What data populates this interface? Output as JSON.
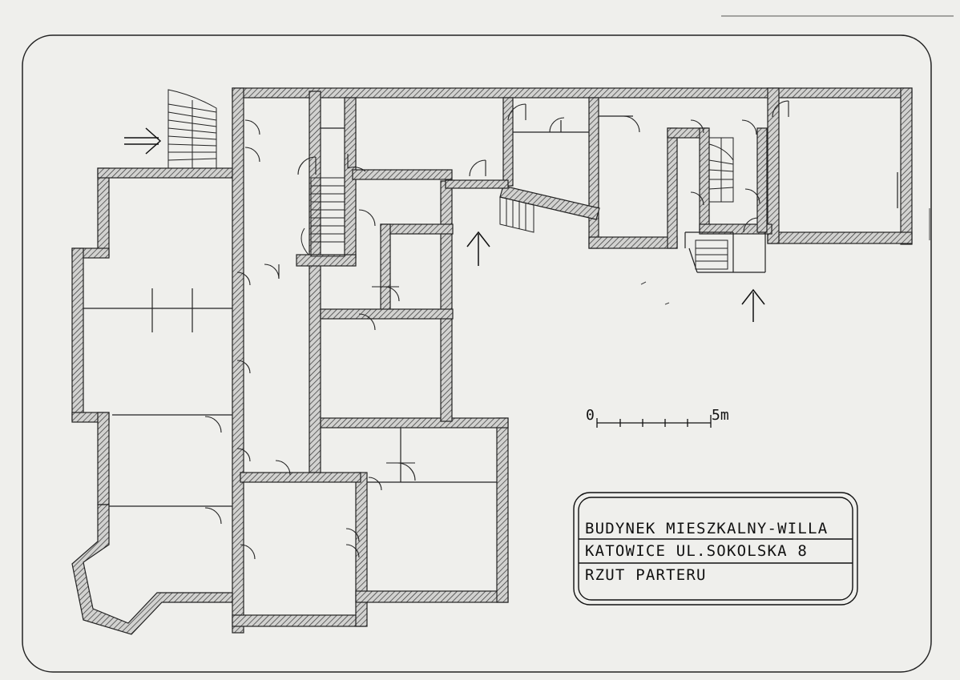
{
  "title_block": {
    "line1": "BUDYNEK MIESZKALNY-WILLA",
    "line2": "KATOWICE UL.SOKOLSKA 8",
    "line3": "RZUT PARTERU"
  },
  "scale": {
    "start_label": "0",
    "end_label": "5m",
    "length_m": 5
  },
  "colors": {
    "ink": "#222222",
    "wall_fill": "#bdbdbd",
    "paper": "#efefec"
  },
  "entrances": [
    {
      "icon": "arrow-right-icon"
    },
    {
      "icon": "arrow-up-icon"
    },
    {
      "icon": "arrow-up-icon"
    }
  ]
}
